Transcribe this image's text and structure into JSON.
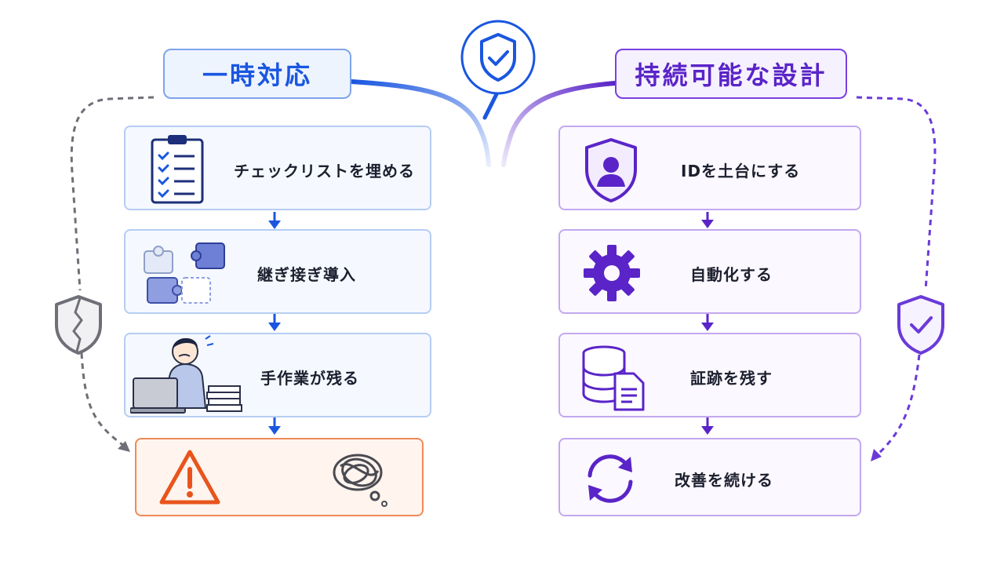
{
  "left": {
    "title": "一時対応",
    "steps": [
      {
        "label": "チェックリストを埋める",
        "icon": "clipboard-checklist-icon"
      },
      {
        "label": "継ぎ接ぎ導入",
        "icon": "puzzle-pieces-icon"
      },
      {
        "label": "手作業が残る",
        "icon": "stressed-worker-icon"
      }
    ],
    "outcome": {
      "icons": [
        "warning-icon",
        "tangled-thought-icon"
      ]
    },
    "side_icon": "cracked-shield-icon",
    "color": "#1a56e0"
  },
  "right": {
    "title": "持続可能な設計",
    "steps": [
      {
        "label": "IDを土台にする",
        "icon": "user-shield-icon"
      },
      {
        "label": "自動化する",
        "icon": "gear-icon"
      },
      {
        "label": "証跡を残す",
        "icon": "database-document-icon"
      },
      {
        "label": "改善を続ける",
        "icon": "refresh-cycle-icon"
      }
    ],
    "side_icon": "check-shield-icon",
    "color": "#5a24c8"
  },
  "center_icon": "shield-check-icon",
  "colors": {
    "alert": "#e8541c",
    "blue_border": "#b6cdf3",
    "purple_border": "#c3a8f0"
  }
}
